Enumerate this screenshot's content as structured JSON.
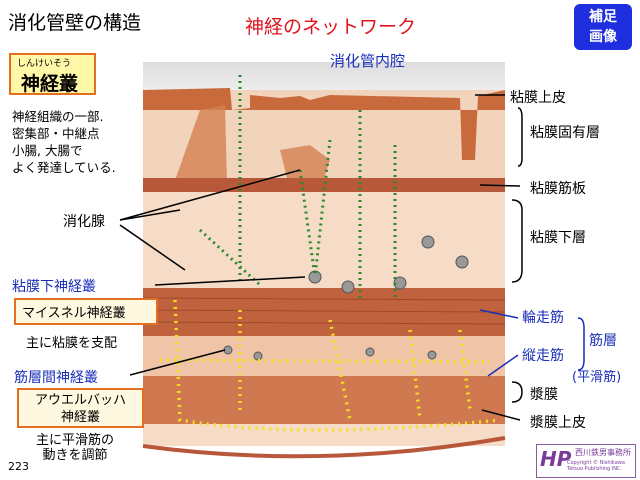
{
  "header": {
    "title": "消化管壁の構造",
    "subtitle": "神経のネットワーク",
    "supplement_badge": [
      "補足",
      "画像"
    ]
  },
  "term_box": {
    "ruby": "しんけいそう",
    "term": "神経叢"
  },
  "description": [
    "神経組織の一部.",
    "密集部・中継点",
    "小腸, 大腸で",
    "よく発達している."
  ],
  "diagram": {
    "lumen": "消化管内腔",
    "left_labels": {
      "gland": "消化腺",
      "submucosal_plexus": "粘膜下神経叢",
      "meissner": "マイスネル神経叢",
      "meissner_role": "主に粘膜を支配",
      "myenteric_plexus": "筋層間神経叢",
      "auerbach": [
        "アウエルバッハ",
        "神経叢"
      ],
      "auerbach_role": [
        "主に平滑筋の",
        "動きを調節"
      ]
    },
    "right_labels": {
      "epithelium": "粘膜上皮",
      "lamina_propria": "粘膜固有層",
      "muscularis_mucosae": "粘膜筋板",
      "submucosa": "粘膜下層",
      "circular": "輪走筋",
      "longitudinal": "縦走筋",
      "muscle_layer": "筋層",
      "smooth_muscle": "(平滑筋)",
      "serosa": "漿膜",
      "serosa_epithelium": "漿膜上皮"
    }
  },
  "footer": {
    "page": "223",
    "logo_name": "西川鉄男事務所",
    "logo_copyright": "Copyright © Nishikawa Tetsuo Publishing INC."
  },
  "colors": {
    "accent_red": "#e0141e",
    "accent_blue": "#1a2fb8",
    "badge": "#1f2fe0",
    "box_border": "#e27020",
    "nerve_green": "#2a8a2a",
    "nerve_yellow": "#f5e020"
  }
}
